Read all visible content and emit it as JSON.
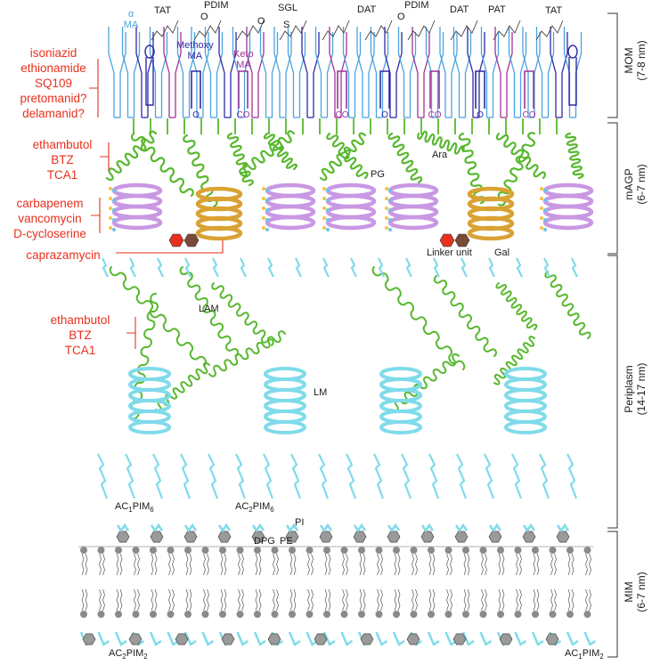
{
  "colors": {
    "drug_text": "#e8301e",
    "alpha_ma": "#4aa3df",
    "methoxy_ma": "#2e2aa8",
    "keto_ma": "#a0329a",
    "arabinan": "#57b82e",
    "peptidoglycan": "#c998e3",
    "galactan": "#d9a233",
    "lipoglycan_mannan": "#7fdbea",
    "linker_red": "#e8301e",
    "linker_brown": "#7a4a36",
    "membrane_grey": "#8a8a8a"
  },
  "lipid_labels": {
    "alpha_greek": "α",
    "alpha_ma": "MA",
    "tat1": "TAT",
    "pdim1": "PDIM",
    "pdim1_o": "O",
    "sgl": "SGL",
    "sgl_o": "O",
    "sgl_s": "S",
    "dat1": "DAT",
    "pdim2": "PDIM",
    "pdim2_o": "O",
    "dat2": "DAT",
    "pat": "PAT",
    "tat2": "TAT",
    "methoxy": "Methoxy",
    "methoxy_ma": "MA",
    "keto": "Keto",
    "keto_ma": "MA"
  },
  "ma_marks": {
    "o": "O",
    "co": "CO"
  },
  "drugs": {
    "mom": [
      "isoniazid",
      "ethionamide",
      "SQ109",
      "pretomanid?",
      "delamanid?"
    ],
    "mapg": [
      "ethambutol",
      "BTZ",
      "TCA1"
    ],
    "pg": [
      "carbapenem",
      "vancomycin",
      "D-cycloserine"
    ],
    "linker": "caprazamycin",
    "lam": [
      "ethambutol",
      "BTZ",
      "TCA1"
    ]
  },
  "structure_labels": {
    "ara": "Ara",
    "pg": "PG",
    "linker_unit": "Linker unit",
    "gal": "Gal",
    "lam": "LAM",
    "lm": "LM",
    "ac1pim6": "AC",
    "ac1pim6_sub1": "1",
    "ac1pim6_tail": "PIM",
    "ac1pim6_sub2": "6",
    "ac2pim6": "AC",
    "ac2pim6_sub1": "2",
    "ac2pim6_tail": "PIM",
    "ac2pim6_sub2": "6",
    "dpg": "DPG",
    "pe": "PE",
    "pi": "PI",
    "ac2pim2": "AC",
    "ac2pim2_sub1": "2",
    "ac2pim2_tail": "PIM",
    "ac2pim2_sub2": "2",
    "ac1pim2": "AC",
    "ac1pim2_sub1": "1",
    "ac1pim2_tail": "PIM",
    "ac1pim2_sub2": "2"
  },
  "layers": [
    {
      "name": "MOM",
      "size": "(7-8 nm)"
    },
    {
      "name": "mAGP",
      "size": "(6-7 nm)"
    },
    {
      "name": "Periplasm",
      "size": "(14-17 nm)"
    },
    {
      "name": "MIM",
      "size": "(6-7 nm)"
    }
  ]
}
